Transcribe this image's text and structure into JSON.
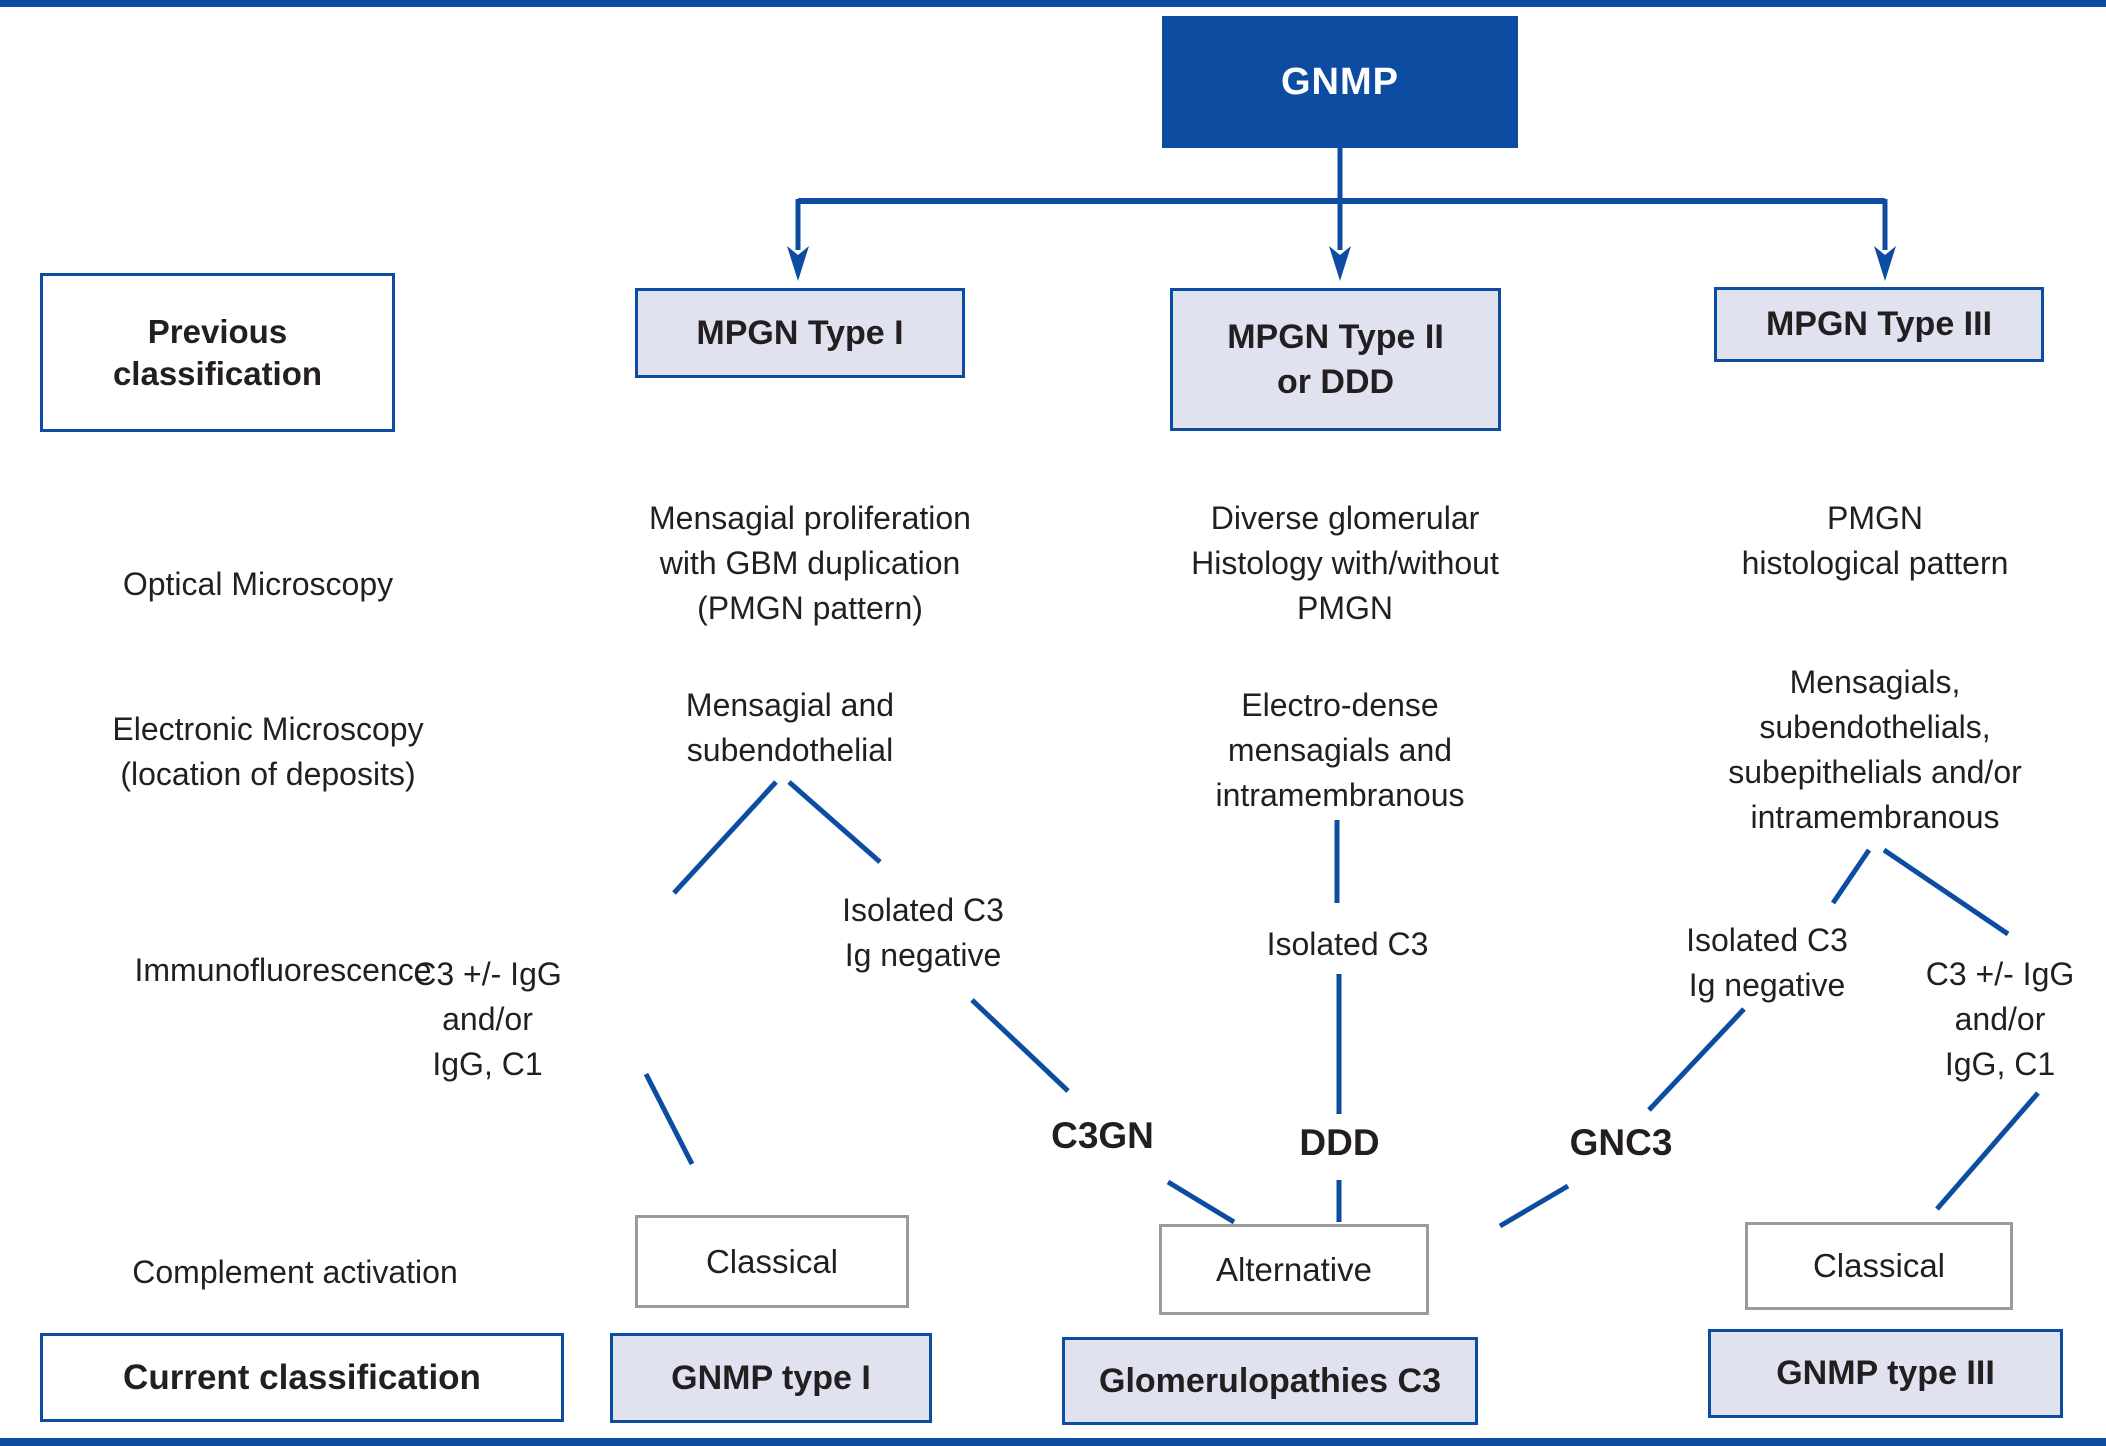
{
  "colors": {
    "blue": "#0d4da1",
    "lavender": "#e1e2f0",
    "gray_border": "#9b9b9b",
    "text": "#231f20",
    "background": "#ffffff"
  },
  "root": {
    "label": "GNMP"
  },
  "row_labels": {
    "previous_classification": "Previous\nclassification",
    "optical_microscopy": "Optical Microscopy",
    "electronic_microscopy": "Electronic Microscopy\n(location of deposits)",
    "immunofluorescence": "Immunofluorescence",
    "complement_activation": "Complement activation",
    "current_classification": "Current classification"
  },
  "type1": {
    "previous_label": "MPGN Type I",
    "optical": "Mensagial proliferation\nwith GBM duplication\n(PMGN pattern)",
    "em": "Mensagial and\nsubendothelial",
    "if_left": "C3 +/- IgG\nand/or\nIgG, C1",
    "if_right": "Isolated C3\nIg negative",
    "outcome_label": "C3GN",
    "complement": "Classical",
    "current_label": "GNMP type I"
  },
  "type2": {
    "previous_label": "MPGN Type II\nor DDD",
    "optical": "Diverse glomerular\nHistology with/without\nPMGN",
    "em": "Electro-dense\nmensagials and\nintramembranous",
    "if_center": "Isolated C3",
    "outcome_label": "DDD",
    "complement": "Alternative",
    "current_label": "Glomerulopathies C3"
  },
  "type3": {
    "previous_label": "MPGN Type III",
    "optical": "PMGN\nhistological pattern",
    "em": "Mensagials,\nsubendothelials,\nsubepithelials and/or\nintramembranous",
    "if_left": "Isolated C3\nIg negative",
    "if_right": "C3 +/- IgG\nand/or\nIgG, C1",
    "outcome_label": "GNC3",
    "complement": "Classical",
    "current_label": "GNMP type III"
  }
}
